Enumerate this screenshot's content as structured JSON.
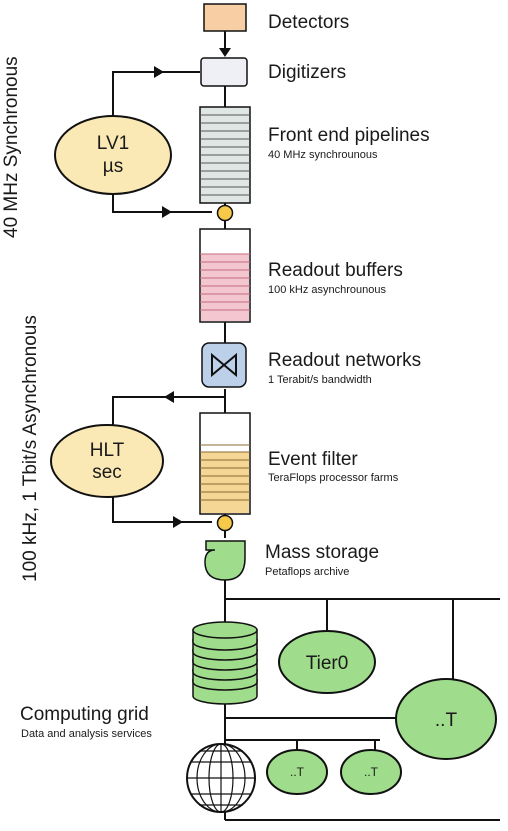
{
  "side_labels": {
    "synchronous": "40 MHz  Synchronous",
    "asynchronous": "100 kHz, 1 Tbit/s Asynchronous"
  },
  "stages": {
    "detectors": {
      "title": "Detectors"
    },
    "digitizers": {
      "title": "Digitizers"
    },
    "pipelines": {
      "title": "Front end pipelines",
      "subtitle": "40 MHz synchrounous"
    },
    "buffers": {
      "title": "Readout buffers",
      "subtitle": "100 kHz asynchrounous"
    },
    "networks": {
      "title": "Readout networks",
      "subtitle": "1 Terabit/s bandwidth"
    },
    "filter": {
      "title": "Event filter",
      "subtitle": "TeraFlops processor farms"
    },
    "storage": {
      "title": "Mass storage",
      "subtitle": "Petaflops archive"
    }
  },
  "triggers": {
    "lv1": {
      "line1": "LV1",
      "line2": "µs"
    },
    "hlt": {
      "line1": "HLT",
      "line2": "sec"
    }
  },
  "grid": {
    "title": "Computing grid",
    "subtitle": "Data and analysis services",
    "tier0": "Tier0",
    "t_large": "..T",
    "t_small_1": "..T",
    "t_small_2": "..T"
  },
  "colors": {
    "detector_fill": "#f8cfa4",
    "trigger_fill": "#fbe9b5",
    "grid_green": "#9fdc8c",
    "network_blue": "#bcd0ea",
    "buffer_pink": "#f3c6d0",
    "filter_yellow": "#f5d694",
    "junction_yellow": "#f7c94a",
    "pipeline_gray": "#dfe6e3"
  }
}
